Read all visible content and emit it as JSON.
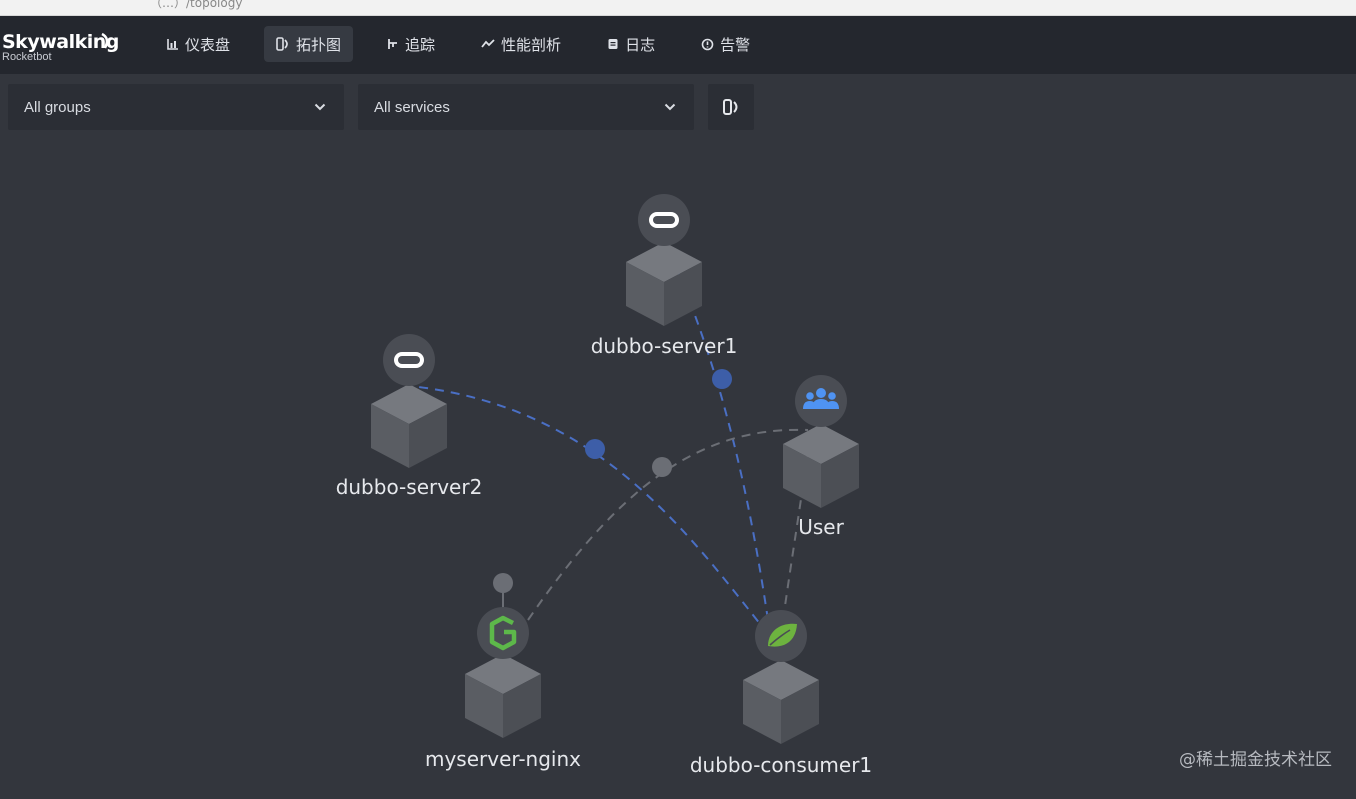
{
  "browser": {
    "url": "（…）/topology"
  },
  "app": {
    "brand": "Skywalking",
    "sub": "Rocketbot"
  },
  "nav": [
    {
      "label": "仪表盘",
      "icon": "dashboard-icon"
    },
    {
      "label": "拓扑图",
      "icon": "topology-icon",
      "active": true
    },
    {
      "label": "追踪",
      "icon": "trace-icon"
    },
    {
      "label": "性能剖析",
      "icon": "profile-icon"
    },
    {
      "label": "日志",
      "icon": "log-icon"
    },
    {
      "label": "告警",
      "icon": "alarm-icon"
    }
  ],
  "filters": {
    "group": "All groups",
    "service": "All services"
  },
  "topology": {
    "nodes": [
      {
        "id": "dubbo-server1",
        "label": "dubbo-server1",
        "icon": "dubbo-icon"
      },
      {
        "id": "dubbo-server2",
        "label": "dubbo-server2",
        "icon": "dubbo-icon"
      },
      {
        "id": "user",
        "label": "User",
        "icon": "users-icon"
      },
      {
        "id": "myserver-nginx",
        "label": "myserver-nginx",
        "icon": "nginx-icon"
      },
      {
        "id": "dubbo-consumer1",
        "label": "dubbo-consumer1",
        "icon": "spring-icon"
      }
    ],
    "edges": [
      {
        "from": "dubbo-consumer1",
        "to": "dubbo-server1",
        "color": "#4a6fc4"
      },
      {
        "from": "dubbo-consumer1",
        "to": "dubbo-server2",
        "color": "#4a6fc4"
      },
      {
        "from": "user",
        "to": "dubbo-consumer1",
        "color": "#6b6e75"
      },
      {
        "from": "myserver-nginx",
        "to": "user",
        "color": "#6b6e75"
      },
      {
        "from": "myserver-nginx",
        "to": "external",
        "color": "#6b6e75"
      }
    ]
  },
  "watermark": "@稀土掘金技术社区",
  "colors": {
    "accent_blue": "#4a6fc4",
    "bg": "#33363d",
    "topbar": "#24272e",
    "node_face": "#5c5f66"
  }
}
